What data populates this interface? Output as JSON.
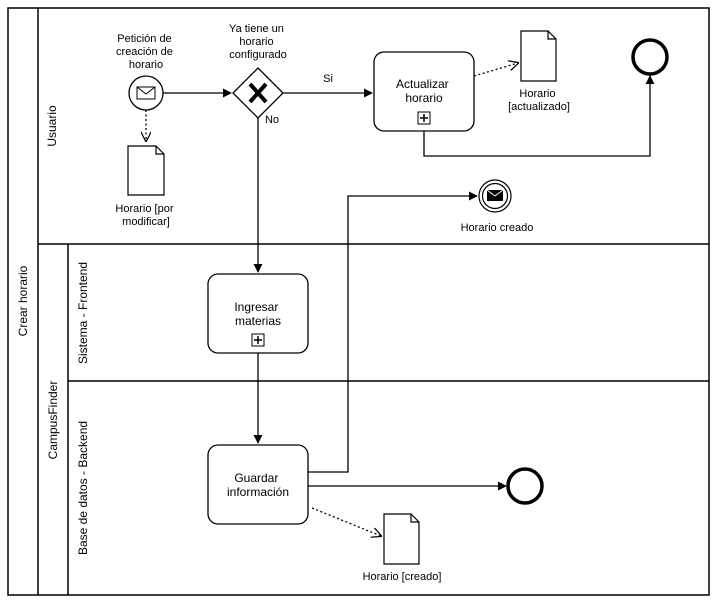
{
  "pool": {
    "label": "Crear horario"
  },
  "lanes": {
    "usuario": "Usuario",
    "campusfinder": "CampusFinder",
    "frontend": "Sistema - Frontend",
    "backend": "Base de datos - Backend"
  },
  "start_event": {
    "label_lines": [
      "Petición de",
      "creación de",
      "horario"
    ],
    "icon": "envelope-icon"
  },
  "gateway": {
    "label_lines": [
      "Ya tiene un",
      "horario",
      "configurado"
    ],
    "icon": "x-icon",
    "yes_label": "Si",
    "no_label": "No"
  },
  "tasks": {
    "actualizar": {
      "label_lines": [
        "Actualizar",
        "horario"
      ],
      "marker": "plus-icon"
    },
    "ingresar": {
      "label_lines": [
        "Ingresar",
        "materias"
      ],
      "marker": "plus-icon"
    },
    "guardar": {
      "label_lines": [
        "Guardar",
        "información"
      ]
    }
  },
  "documents": {
    "por_modificar": {
      "label_lines": [
        "Horario [por",
        "modificar]"
      ]
    },
    "actualizado": {
      "label_lines": [
        "Horario",
        "[actualizado]"
      ]
    },
    "creado": {
      "label_lines": [
        "Horario [creado]"
      ]
    }
  },
  "message_event": {
    "label": "Horario creado",
    "icon": "envelope-icon"
  }
}
